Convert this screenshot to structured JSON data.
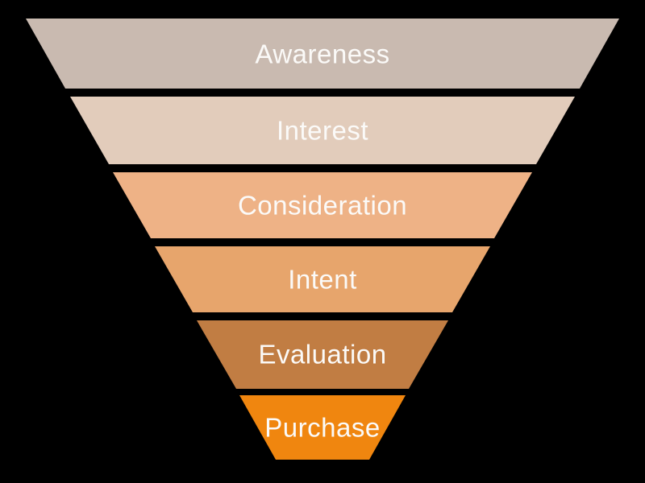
{
  "page": {
    "background_color": "#000000",
    "type": "marketing-funnel-diagram"
  },
  "funnel": {
    "text_color": "#fbfaf8",
    "stages": [
      {
        "label": "Awareness",
        "color": "#c9bab0"
      },
      {
        "label": "Interest",
        "color": "#e2ccbb"
      },
      {
        "label": "Consideration",
        "color": "#eeb286"
      },
      {
        "label": "Intent",
        "color": "#e7a56c"
      },
      {
        "label": "Evaluation",
        "color": "#c17d43"
      },
      {
        "label": "Purchase",
        "color": "#f0860f"
      }
    ]
  }
}
